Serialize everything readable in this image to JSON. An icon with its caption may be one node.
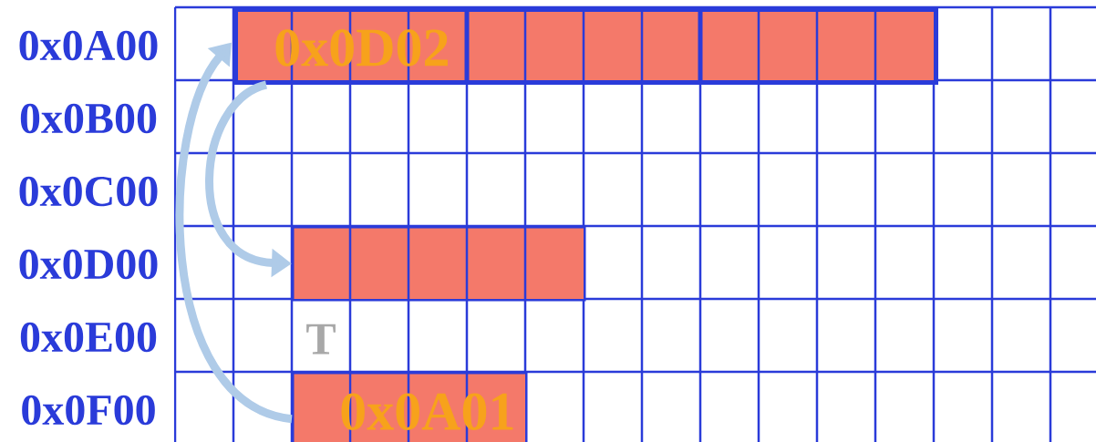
{
  "diagram": {
    "nodes": [
      {
        "text": [
          "0x0D02"
        ]
      },
      {
        "text": [],
        "shape": "box"
      },
      {
        "text": [
          "0x0A01"
        ]
      }
    ],
    "edges": [
      {
        "from": 0,
        "to": 1,
        "arrow": "to"
      },
      {
        "from": 2,
        "to": 0,
        "arrow": "to"
      }
    ],
    "labels": [
      "0x0A00",
      "0x0B00",
      "0x0C00",
      "0x0D00",
      "0x0E00",
      "0x0F00",
      "T"
    ]
  }
}
